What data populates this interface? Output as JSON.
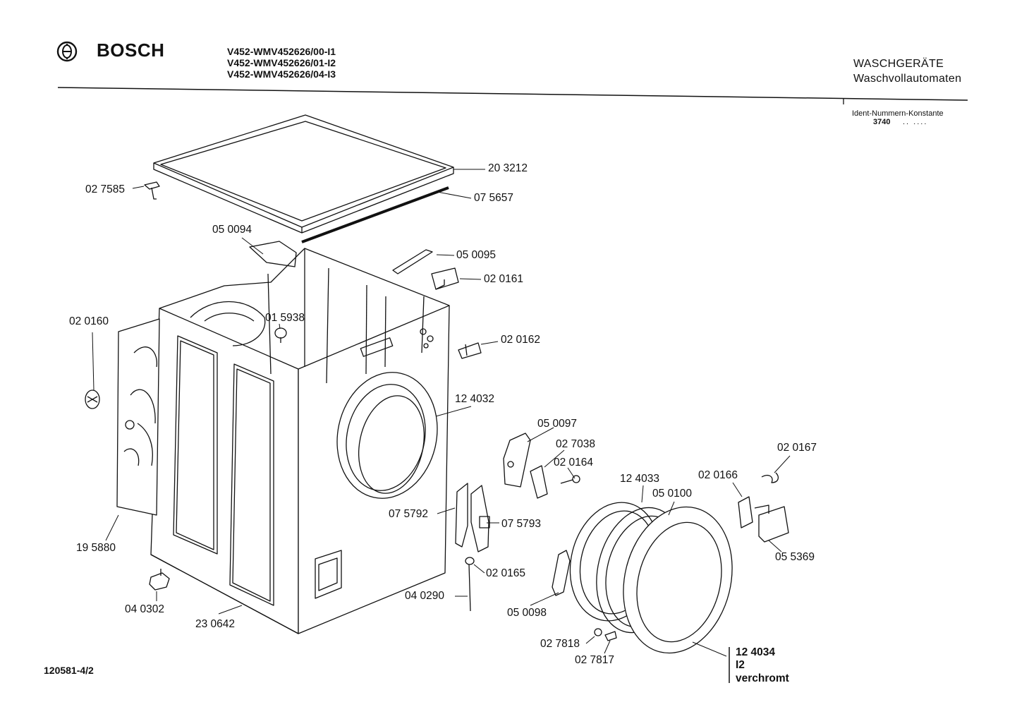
{
  "header": {
    "brand": "BOSCH",
    "models": [
      "V452-WMV452626/00-I1",
      "V452-WMV452626/01-I2",
      "V452-WMV452626/04-I3"
    ],
    "category_line1": "WASCHGERÄTE",
    "category_line2": "Waschvollautomaten",
    "ident_title": "Ident-Nummern-Konstante",
    "ident_value": "3740",
    "ident_dots": ".. ...."
  },
  "footer": {
    "document_number": "120581-4/2"
  },
  "parts": [
    {
      "id": "p1",
      "label": "20 3212"
    },
    {
      "id": "p2",
      "label": "07 5657"
    },
    {
      "id": "p3",
      "label": "02 7585"
    },
    {
      "id": "p4",
      "label": "05 0094"
    },
    {
      "id": "p5",
      "label": "05 0095"
    },
    {
      "id": "p6",
      "label": "02 0161"
    },
    {
      "id": "p7",
      "label": "02 0160"
    },
    {
      "id": "p8",
      "label": "01 5938"
    },
    {
      "id": "p9",
      "label": "02 0162"
    },
    {
      "id": "p10",
      "label": "12 4032"
    },
    {
      "id": "p11",
      "label": "05 0097"
    },
    {
      "id": "p12",
      "label": "02 7038"
    },
    {
      "id": "p13",
      "label": "02 0164"
    },
    {
      "id": "p14",
      "label": "02 0167"
    },
    {
      "id": "p15",
      "label": "12 4033"
    },
    {
      "id": "p16",
      "label": "02 0166"
    },
    {
      "id": "p17",
      "label": "05 0100"
    },
    {
      "id": "p18",
      "label": "07 5792"
    },
    {
      "id": "p19",
      "label": "07 5793"
    },
    {
      "id": "p20",
      "label": "05 5369"
    },
    {
      "id": "p21",
      "label": "19 5880"
    },
    {
      "id": "p22",
      "label": "02 0165"
    },
    {
      "id": "p23",
      "label": "04 0290"
    },
    {
      "id": "p24",
      "label": "05 0098"
    },
    {
      "id": "p25",
      "label": "04 0302"
    },
    {
      "id": "p26",
      "label": "23 0642"
    },
    {
      "id": "p27",
      "label": "02 7818"
    },
    {
      "id": "p28",
      "label": "02 7817"
    }
  ],
  "door_ring_note": {
    "number": "12 4034",
    "variant": "I2",
    "finish": "verchromt"
  }
}
